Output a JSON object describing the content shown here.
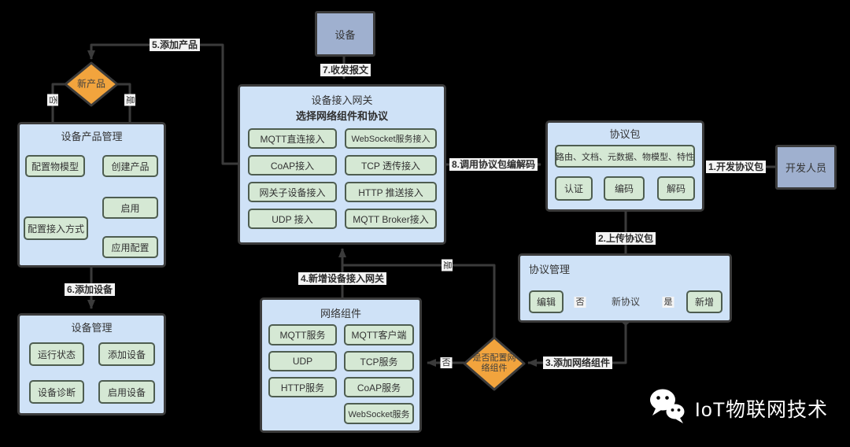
{
  "colors": {
    "background": "#000000",
    "container_fill": "#cfe2f7",
    "button_fill": "#d5e8d4",
    "actor_fill": "#9fb0cf",
    "decision_fill": "#f2a43d",
    "line": "#3b3b3b",
    "edge_label_bg": "#f4f4f4",
    "watermark": "#ffffff"
  },
  "nodes": {
    "device": {
      "title": "设备"
    },
    "developer": {
      "title": "开发人员"
    },
    "gateway": {
      "title": "设备接入网关",
      "subtitle": "选择网络组件和协议",
      "items": [
        "MQTT直连接入",
        "WebSocket服务接入",
        "CoAP接入",
        "TCP 透传接入",
        "网关子设备接入",
        "HTTP 推送接入",
        "UDP 接入",
        "MQTT Broker接入"
      ]
    },
    "protocol_package": {
      "title": "协议包",
      "wide_item": "路由、文档、元数据、物模型、特性",
      "items": [
        "认证",
        "编码",
        "解码"
      ]
    },
    "protocol_mgmt": {
      "title": "协议管理",
      "decision": "新协议",
      "edit": "编辑",
      "add": "新增"
    },
    "network_components": {
      "title": "网络组件",
      "items": [
        "MQTT服务",
        "MQTT客户端",
        "UDP",
        "TCP服务",
        "HTTP服务",
        "CoAP服务",
        "WebSocket服务"
      ]
    },
    "product_mgmt": {
      "title": "设备产品管理",
      "model": "配置物模型",
      "create": "创建产品",
      "access": "配置接入方式",
      "enable": "启用",
      "app_config": "应用配置"
    },
    "device_mgmt": {
      "title": "设备管理",
      "items": [
        "运行状态",
        "添加设备",
        "设备诊断",
        "启用设备"
      ]
    },
    "new_product": {
      "label": "新产品"
    },
    "config_network": {
      "line1": "是否配置网",
      "line2": "络组件"
    }
  },
  "edges": {
    "e1": "1.开发协议包",
    "e2": "2.上传协议包",
    "e3": "3.添加网络组件",
    "e4": "4.新增设备接入网关",
    "e5": "5.添加产品",
    "e6": "6.添加设备",
    "e7": "7.收发报文",
    "e8": "8.调用协议包编解码",
    "yes": "是",
    "no": "否"
  },
  "watermark": {
    "text": "IoT物联网技术",
    "icon": "wechat-icon"
  }
}
